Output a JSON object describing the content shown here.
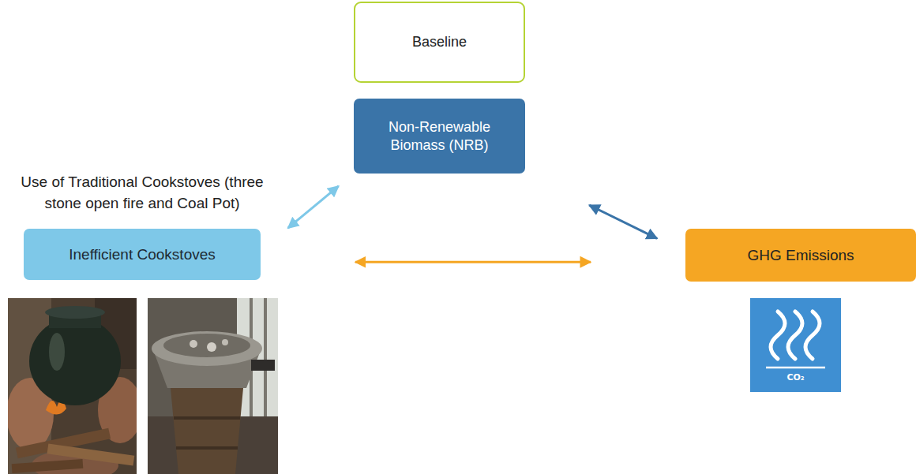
{
  "diagram": {
    "nodes": [
      {
        "text": [
          "Baseline"
        ]
      },
      {
        "text": [
          "Non-Renewable Biomass (NRB)"
        ]
      },
      {
        "text": [
          "Use of Traditional Cookstoves (three stone open fire and Coal Pot)",
          "Inefficient Cookstoves"
        ]
      },
      {
        "text": [
          "GHG Emissions"
        ]
      }
    ],
    "edges": [
      {
        "from": 2,
        "to": 1,
        "arrow": "both"
      },
      {
        "from": 2,
        "to": 3,
        "arrow": "both"
      },
      {
        "from": 1,
        "to": 3,
        "arrow": "both"
      }
    ],
    "labels": [
      "CO₂"
    ]
  }
}
